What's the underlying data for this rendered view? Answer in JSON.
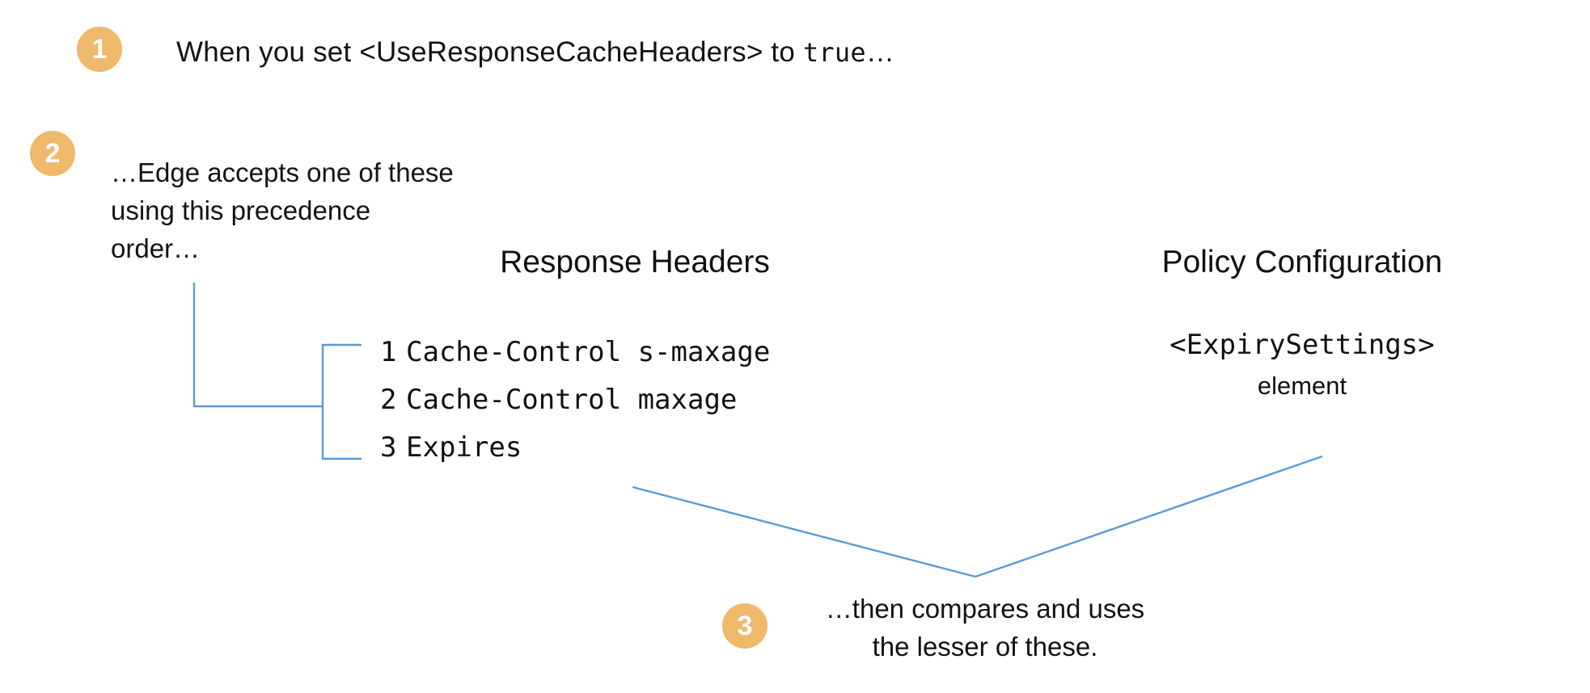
{
  "diagram": {
    "title": "Edge response cache header precedence",
    "background_color": "#ffffff",
    "accent_color": "#eeb96b",
    "connector_color": "#5b9bd5",
    "text_color": "#131313"
  },
  "steps": {
    "one": {
      "number": "1",
      "text_before": "When you set <UseResponseCacheHeaders> to ",
      "text_code": "true",
      "text_after": "…"
    },
    "two": {
      "number": "2",
      "line1": "…Edge accepts one of these",
      "line2": "using this precedence",
      "line3": "order…"
    },
    "three": {
      "number": "3",
      "line1": "…then compares and uses",
      "line2": "the lesser of these."
    }
  },
  "columns": {
    "response_headers": {
      "heading": "Response Headers",
      "items": [
        {
          "number": "1",
          "name": "Cache-Control s-maxage"
        },
        {
          "number": "2",
          "name": "Cache-Control maxage"
        },
        {
          "number": "3",
          "name": "Expires"
        }
      ]
    },
    "policy_configuration": {
      "heading": "Policy Configuration",
      "element_tag": "<ExpirySettings>",
      "element_word": "element"
    }
  }
}
